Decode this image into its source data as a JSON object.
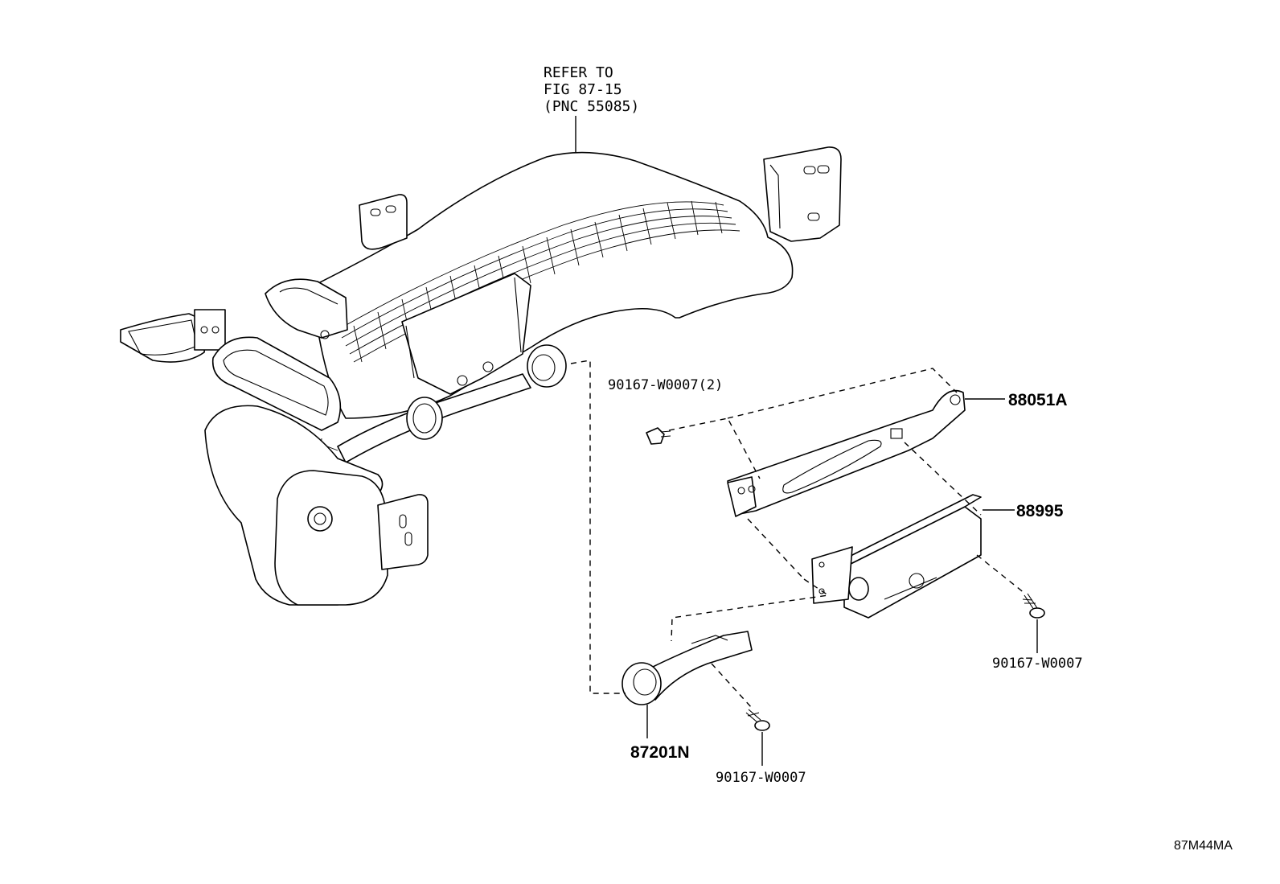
{
  "diagram": {
    "refer_note": {
      "line1": "REFER TO",
      "line2": "FIG 87-15",
      "line3": "(PNC 55085)"
    },
    "labels": {
      "bolt_top": "90167-W0007(2)",
      "bracket": "88051A",
      "unit": "88995",
      "bolt_right": "90167-W0007",
      "speaker_hose": "87201N",
      "bolt_bottom": "90167-W0007"
    },
    "figure_id": "87M44MA"
  }
}
